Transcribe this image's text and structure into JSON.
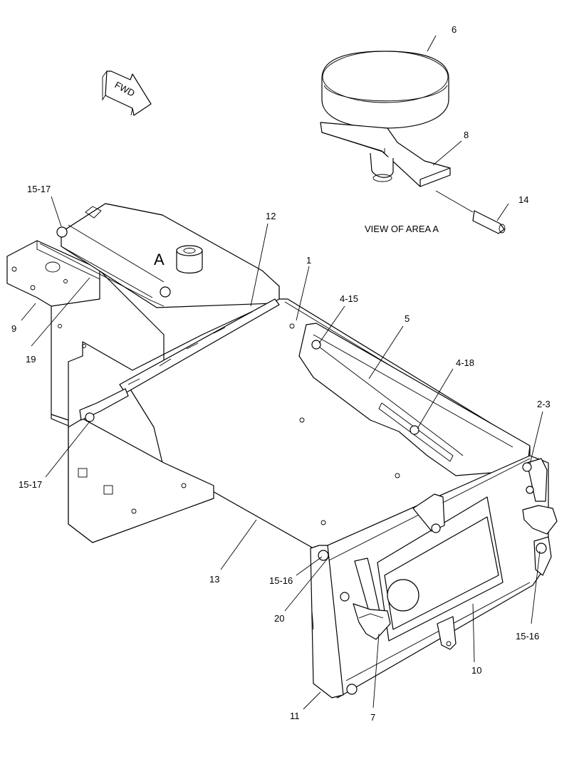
{
  "callouts": {
    "c6": "6",
    "c8": "8",
    "c14": "14",
    "view_title": "VIEW OF AREA A",
    "fwd": "FWD",
    "area_a": "A",
    "c15_17_top": "15-17",
    "c12": "12",
    "c1": "1",
    "c4_15": "4-15",
    "c5": "5",
    "c9": "9",
    "c19": "19",
    "c4_18": "4-18",
    "c2_3": "2-3",
    "c15_17_left": "15-17",
    "c13": "13",
    "c15_16_mid": "15-16",
    "c20": "20",
    "c15_16_right": "15-16",
    "c10": "10",
    "c11": "11",
    "c7": "7"
  }
}
